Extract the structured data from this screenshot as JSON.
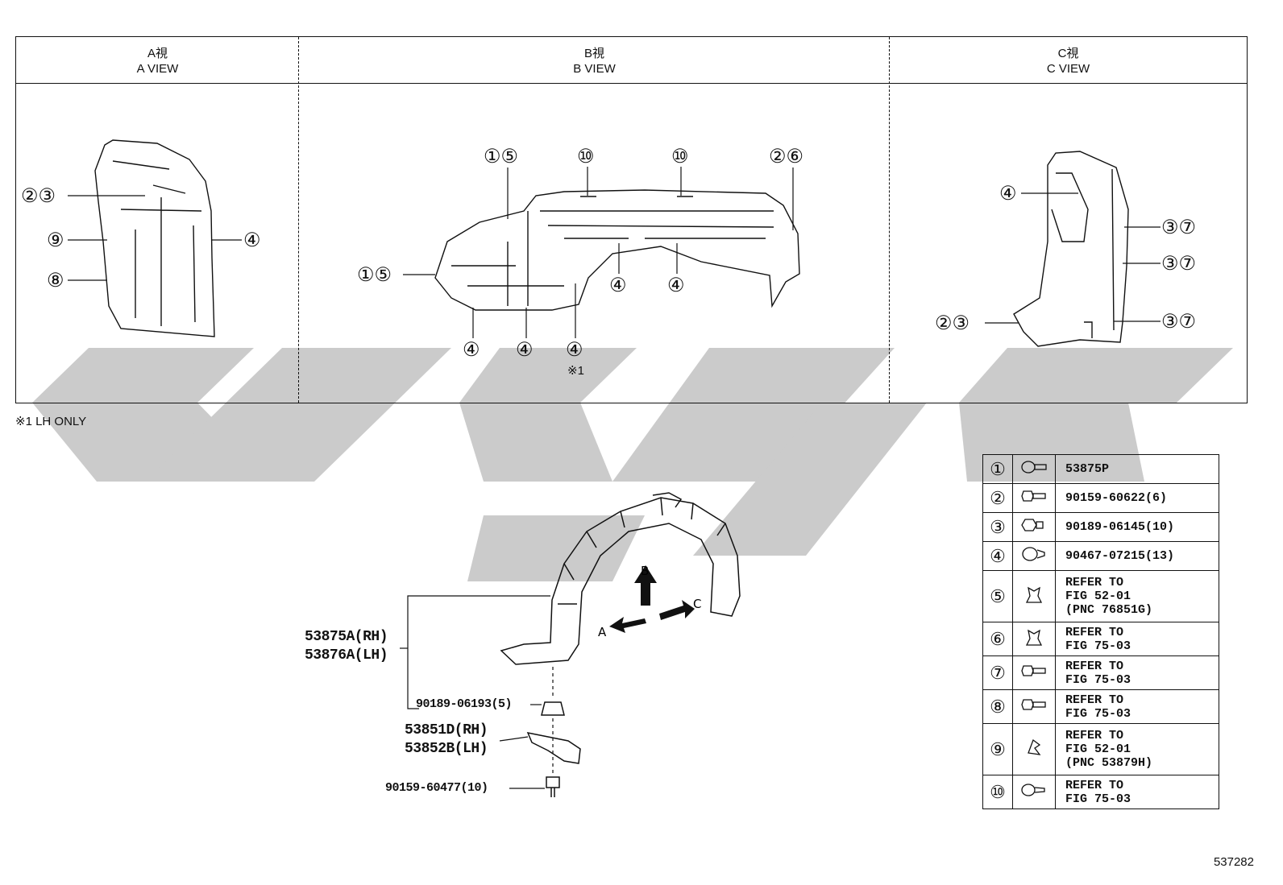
{
  "views": [
    {
      "jp": "A視",
      "en": "A VIEW"
    },
    {
      "jp": "B視",
      "en": "B VIEW"
    },
    {
      "jp": "C視",
      "en": "C VIEW"
    }
  ],
  "footnote_marker": "※1",
  "footnote": "※1 LH ONLY",
  "callouts": {
    "a": [
      "②③",
      "⑨",
      "⑧",
      "④"
    ],
    "b": [
      "①⑤",
      "⑩",
      "⑩",
      "②⑥",
      "①⑤",
      "④",
      "④",
      "④",
      "④",
      "④"
    ],
    "c": [
      "④",
      "③⑦",
      "③⑦",
      "③⑦",
      "②③"
    ]
  },
  "arrows": {
    "a": "A",
    "b": "B",
    "c": "C"
  },
  "parts": {
    "liner": "53875A(RH)\n53876A(LH)",
    "clip": "90189-06193(5)",
    "shield": "53851D(RH)\n53852B(LH)",
    "bolt": "90159-60477(10)"
  },
  "legend": [
    {
      "num": "①",
      "icon": "screw-grommet-icon",
      "text": "53875P"
    },
    {
      "num": "②",
      "icon": "bolt-icon",
      "text": "90159-60622(6)"
    },
    {
      "num": "③",
      "icon": "nut-icon",
      "text": "90189-06145(10)"
    },
    {
      "num": "④",
      "icon": "push-clip-icon",
      "text": "90467-07215(13)"
    },
    {
      "num": "⑤",
      "icon": "retainer-clip-icon",
      "text": "REFER TO\nFIG 52-01\n(PNC 76851G)"
    },
    {
      "num": "⑥",
      "icon": "retainer-clip-icon",
      "text": "REFER TO\nFIG 75-03"
    },
    {
      "num": "⑦",
      "icon": "bolt-icon",
      "text": "REFER TO\nFIG 75-03"
    },
    {
      "num": "⑧",
      "icon": "bolt-icon",
      "text": "REFER TO\nFIG 75-03"
    },
    {
      "num": "⑨",
      "icon": "spring-clip-icon",
      "text": "REFER TO\nFIG 52-01\n(PNC 53879H)"
    },
    {
      "num": "⑩",
      "icon": "rivet-clip-icon",
      "text": "REFER TO\nFIG 75-03"
    }
  ],
  "figure_number": "537282",
  "watermark_color": "#c8c8c8"
}
